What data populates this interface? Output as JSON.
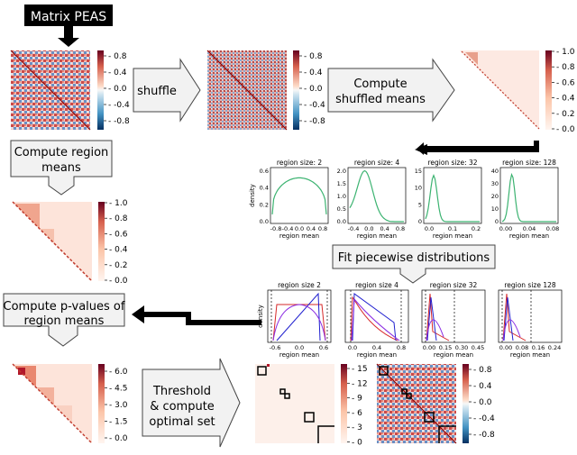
{
  "title_box": "Matrix PEAS",
  "steps": {
    "shuffle": "shuffle",
    "compute_shuffled_means": [
      "Compute",
      "shuffled means"
    ],
    "compute_region_means": [
      "Compute region",
      "means"
    ],
    "fit_piecewise": "Fit piecewise distributions",
    "compute_pvalues": [
      "Compute p-values of",
      "region means"
    ],
    "threshold": [
      "Threshold",
      "& compute",
      "optimal set"
    ]
  },
  "colorbars": {
    "corr": [
      "0.8",
      "0.4",
      "0.0",
      "-0.4",
      "-0.8"
    ],
    "mean": [
      "1.0",
      "0.8",
      "0.6",
      "0.4",
      "0.2",
      "0.0"
    ],
    "neglogp": [
      "6.0",
      "4.5",
      "3.0",
      "1.5",
      "0.0"
    ],
    "count": [
      "15",
      "12",
      "9",
      "6",
      "3",
      "0"
    ]
  },
  "density_panels": {
    "ylabel": "density",
    "xlabel": "region mean",
    "panels": [
      {
        "title": "region size: 2",
        "xticks": [
          "-0.8",
          "-0.4",
          "0.0",
          "0.4",
          "0.8"
        ],
        "yticks": [
          "0.6",
          "0.4",
          "0.2",
          "0.0"
        ]
      },
      {
        "title": "region size: 4",
        "xticks": [
          "-0.4",
          "0.0",
          "0.4",
          "0.8"
        ],
        "yticks": [
          "2.0",
          "1.5",
          "1.0",
          "0.5",
          "0.0"
        ]
      },
      {
        "title": "region size: 32",
        "xticks": [
          "0.0",
          "0.1",
          "0.2"
        ],
        "yticks": [
          "15",
          "10",
          "5",
          "0"
        ]
      },
      {
        "title": "region size: 128",
        "xticks": [
          "0.00",
          "0.04",
          "0.08"
        ],
        "yticks": [
          "40",
          "30",
          "20",
          "10",
          "0"
        ]
      }
    ]
  },
  "fit_panels": {
    "ylabel": "density",
    "xlabel": "region mean",
    "panels": [
      {
        "title": "region size 2",
        "xticks": [
          "-0.6",
          "0.0",
          "0.6"
        ]
      },
      {
        "title": "region size 4",
        "xticks": [
          "0.0",
          "0.4",
          "0.8"
        ]
      },
      {
        "title": "region size 32",
        "xticks": [
          "0.00",
          "0.15",
          "0.30",
          "0.45"
        ]
      },
      {
        "title": "region size 128",
        "xticks": [
          "0.00",
          "0.08",
          "0.16",
          "0.24"
        ]
      }
    ]
  },
  "colors": {
    "fit_red": "#d62728",
    "fit_blue": "#1f1fcf",
    "fit_purple": "#8a2be2",
    "kde_green": "#3cb371",
    "arrow_black": "#000000",
    "box_fill": "#f2f2f2"
  }
}
